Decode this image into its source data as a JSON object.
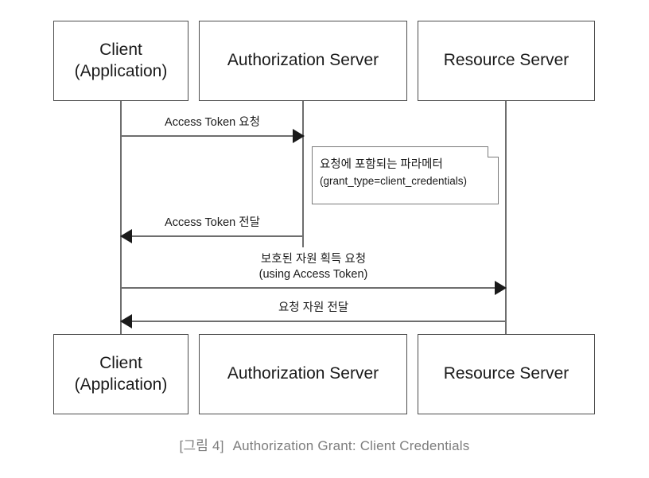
{
  "diagram": {
    "type": "uml-sequence-diagram",
    "title": "Authorization Grant: Client Credentials",
    "caption": {
      "figure_number": "[그림 4]",
      "text": "Authorization Grant: Client Credentials"
    },
    "colors": {
      "background": "#ffffff",
      "box_border": "#4d4d4d",
      "lifeline": "#6e6e6e",
      "arrow": "#1a1a1a",
      "note_border": "#7a7a7a",
      "text": "#1a1a1a",
      "caption_text": "#7d7d7d"
    },
    "participants": [
      {
        "id": "client",
        "line1": "Client",
        "line2": "(Application)"
      },
      {
        "id": "authsrv",
        "line1": "Authorization Server",
        "line2": ""
      },
      {
        "id": "ressrv",
        "line1": "Resource Server",
        "line2": ""
      }
    ],
    "messages": [
      {
        "id": "token-request",
        "from": "client",
        "to": "authsrv",
        "direction": "right",
        "label": "Access Token 요청",
        "sublabel": ""
      },
      {
        "id": "token-response",
        "from": "authsrv",
        "to": "client",
        "direction": "left",
        "label": "Access Token 전달",
        "sublabel": ""
      },
      {
        "id": "resource-request",
        "from": "client",
        "to": "ressrv",
        "direction": "right",
        "label": "보호된 자원 획득 요청",
        "sublabel": "(using Access Token)"
      },
      {
        "id": "resource-response",
        "from": "ressrv",
        "to": "client",
        "direction": "left",
        "label": "요청 자원 전달",
        "sublabel": ""
      }
    ],
    "notes": [
      {
        "id": "params",
        "attached_to": "token-request",
        "line1": "요청에 포함되는 파라메터",
        "line2": "(grant_type=client_credentials)"
      }
    ]
  }
}
